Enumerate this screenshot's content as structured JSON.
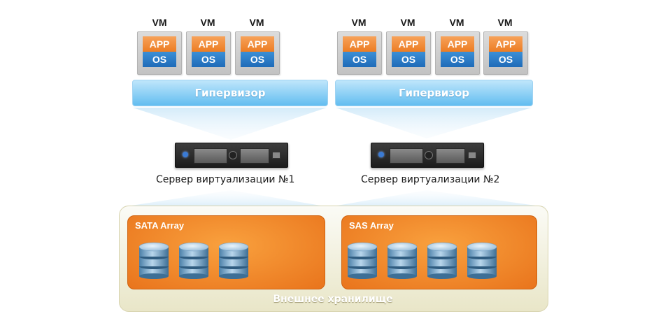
{
  "left_host": {
    "vms": [
      {
        "label": "VM",
        "app": "APP",
        "os": "OS"
      },
      {
        "label": "VM",
        "app": "APP",
        "os": "OS"
      },
      {
        "label": "VM",
        "app": "APP",
        "os": "OS"
      }
    ],
    "hypervisor": "Гипервизор",
    "server_label": "Сервер виртуализации №1"
  },
  "right_host": {
    "vms": [
      {
        "label": "VM",
        "app": "APP",
        "os": "OS"
      },
      {
        "label": "VM",
        "app": "APP",
        "os": "OS"
      },
      {
        "label": "VM",
        "app": "APP",
        "os": "OS"
      },
      {
        "label": "VM",
        "app": "APP",
        "os": "OS"
      }
    ],
    "hypervisor": "Гипервизор",
    "server_label": "Сервер виртуализации №2"
  },
  "storage": {
    "title": "Внешнее хранилище",
    "arrays": [
      {
        "label": "SATA Array",
        "disk_count": 3
      },
      {
        "label": "SAS Array",
        "disk_count": 4
      }
    ]
  },
  "colors": {
    "app": "#ec7d24",
    "os": "#1f6bb8",
    "hypervisor": "#62bdf0",
    "array": "#f08a28",
    "storage_bg": "#e9e6c8"
  }
}
